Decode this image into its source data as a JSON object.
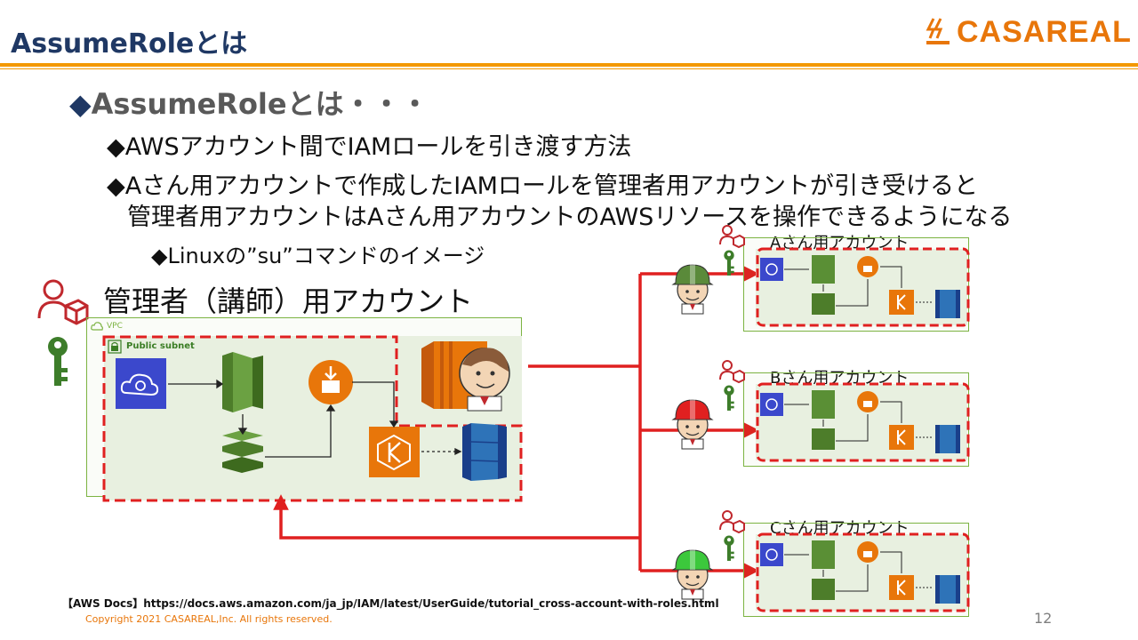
{
  "slide": {
    "title": "AssumeRoleとは",
    "logo_text": "CASAREAL",
    "page_number": "12"
  },
  "bullets": {
    "level1": "AssumeRoleとは・・・",
    "item1": "AWSアカウント間でIAMロールを引き渡す方法",
    "item2_line1": "Aさん用アカウントで作成したIAMロールを管理者用アカウントが引き受けると",
    "item2_line2": "管理者用アカウントはAさん用アカウントのAWSリソースを操作できるようになる",
    "item3": "Linuxの”su”コマンドのイメージ",
    "marker": "◆"
  },
  "diagram": {
    "admin_account_label": "管理者（講師）用アカウント",
    "vpc_label": "VPC",
    "public_subnet_label": "Public subnet",
    "accounts": [
      {
        "label": "Aさん用アカウント",
        "helmet_color": "#5a8a3a"
      },
      {
        "label": "Bさん用アカウント",
        "helmet_color": "#e02020"
      },
      {
        "label": "Cさん用アカウント",
        "helmet_color": "#3cc83c"
      }
    ],
    "arrow_color": "#e02020",
    "icons": [
      "user-icon",
      "key-icon",
      "cloud9-icon",
      "codecommit-icon",
      "codebuild-icon",
      "codedeploy-icon",
      "eks-icon",
      "rds-icon",
      "ec2-jenkins-icon"
    ]
  },
  "footer": {
    "reference": "【AWS Docs】https://docs.aws.amazon.com/ja_jp/IAM/latest/UserGuide/tutorial_cross-account-with-roles.html",
    "copyright": "Copyright 2021 CASAREAL,Inc. All rights reserved."
  },
  "colors": {
    "title": "#1f3864",
    "accent_orange": "#f39800",
    "dashed_red": "#e02020",
    "vpc_green": "#7cb342"
  }
}
